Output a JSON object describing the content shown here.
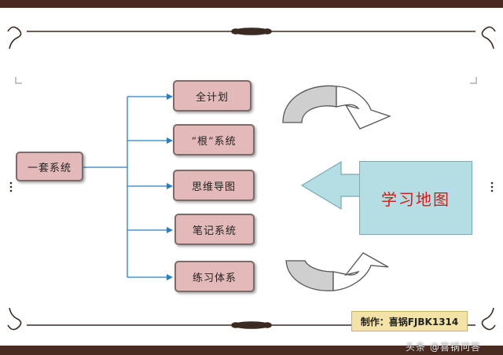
{
  "diagram": {
    "root_label": "一套系统",
    "branches": [
      {
        "label": "全计划"
      },
      {
        "label": "“根”系统"
      },
      {
        "label": "思维导图"
      },
      {
        "label": "笔记系统"
      },
      {
        "label": "练习体系"
      }
    ],
    "target_label": "学习地图",
    "credit_text": "制作：喜锅FJBK1314",
    "watermark_text": "头条 @喜锅问答"
  },
  "colors": {
    "node_fill": "#e4b9b9",
    "connector": "#2b7fc0",
    "target_fill": "#b4dde4",
    "target_text": "#d21b1b",
    "curved_arrow_fill": "#cfcfcf",
    "credit_fill": "#f3e3a6",
    "frame": "#4a2b22"
  }
}
